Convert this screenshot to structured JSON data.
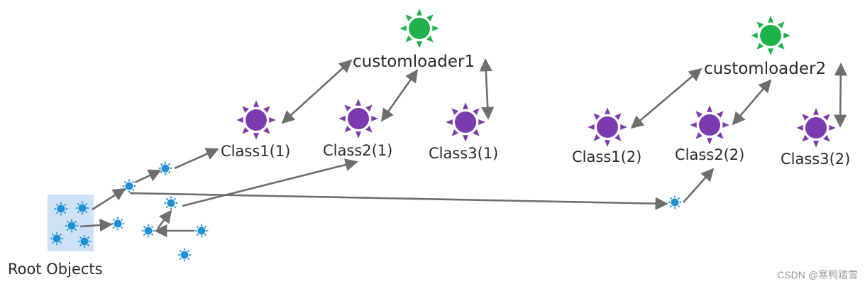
{
  "loaders": [
    {
      "id": "loader1",
      "label": "customloader1"
    },
    {
      "id": "loader2",
      "label": "customloader2"
    }
  ],
  "classes": [
    {
      "id": "c11",
      "label": "Class1(1)"
    },
    {
      "id": "c21",
      "label": "Class2(1)"
    },
    {
      "id": "c31",
      "label": "Class3(1)"
    },
    {
      "id": "c12",
      "label": "Class1(2)"
    },
    {
      "id": "c22",
      "label": "Class2(2)"
    },
    {
      "id": "c32",
      "label": "Class3(2)"
    }
  ],
  "root_objects_label": "Root Objects",
  "watermark": "CSDN @寒鸭踏雪",
  "colors": {
    "loader": "#1fb24a",
    "class": "#7b3bb0",
    "object": "#1f8fd6",
    "edge": "#6e6e6e",
    "root_box": "#cde3f5"
  },
  "icons": {
    "loader": "sun-icon",
    "class": "sun-icon",
    "object": "sun-icon"
  }
}
